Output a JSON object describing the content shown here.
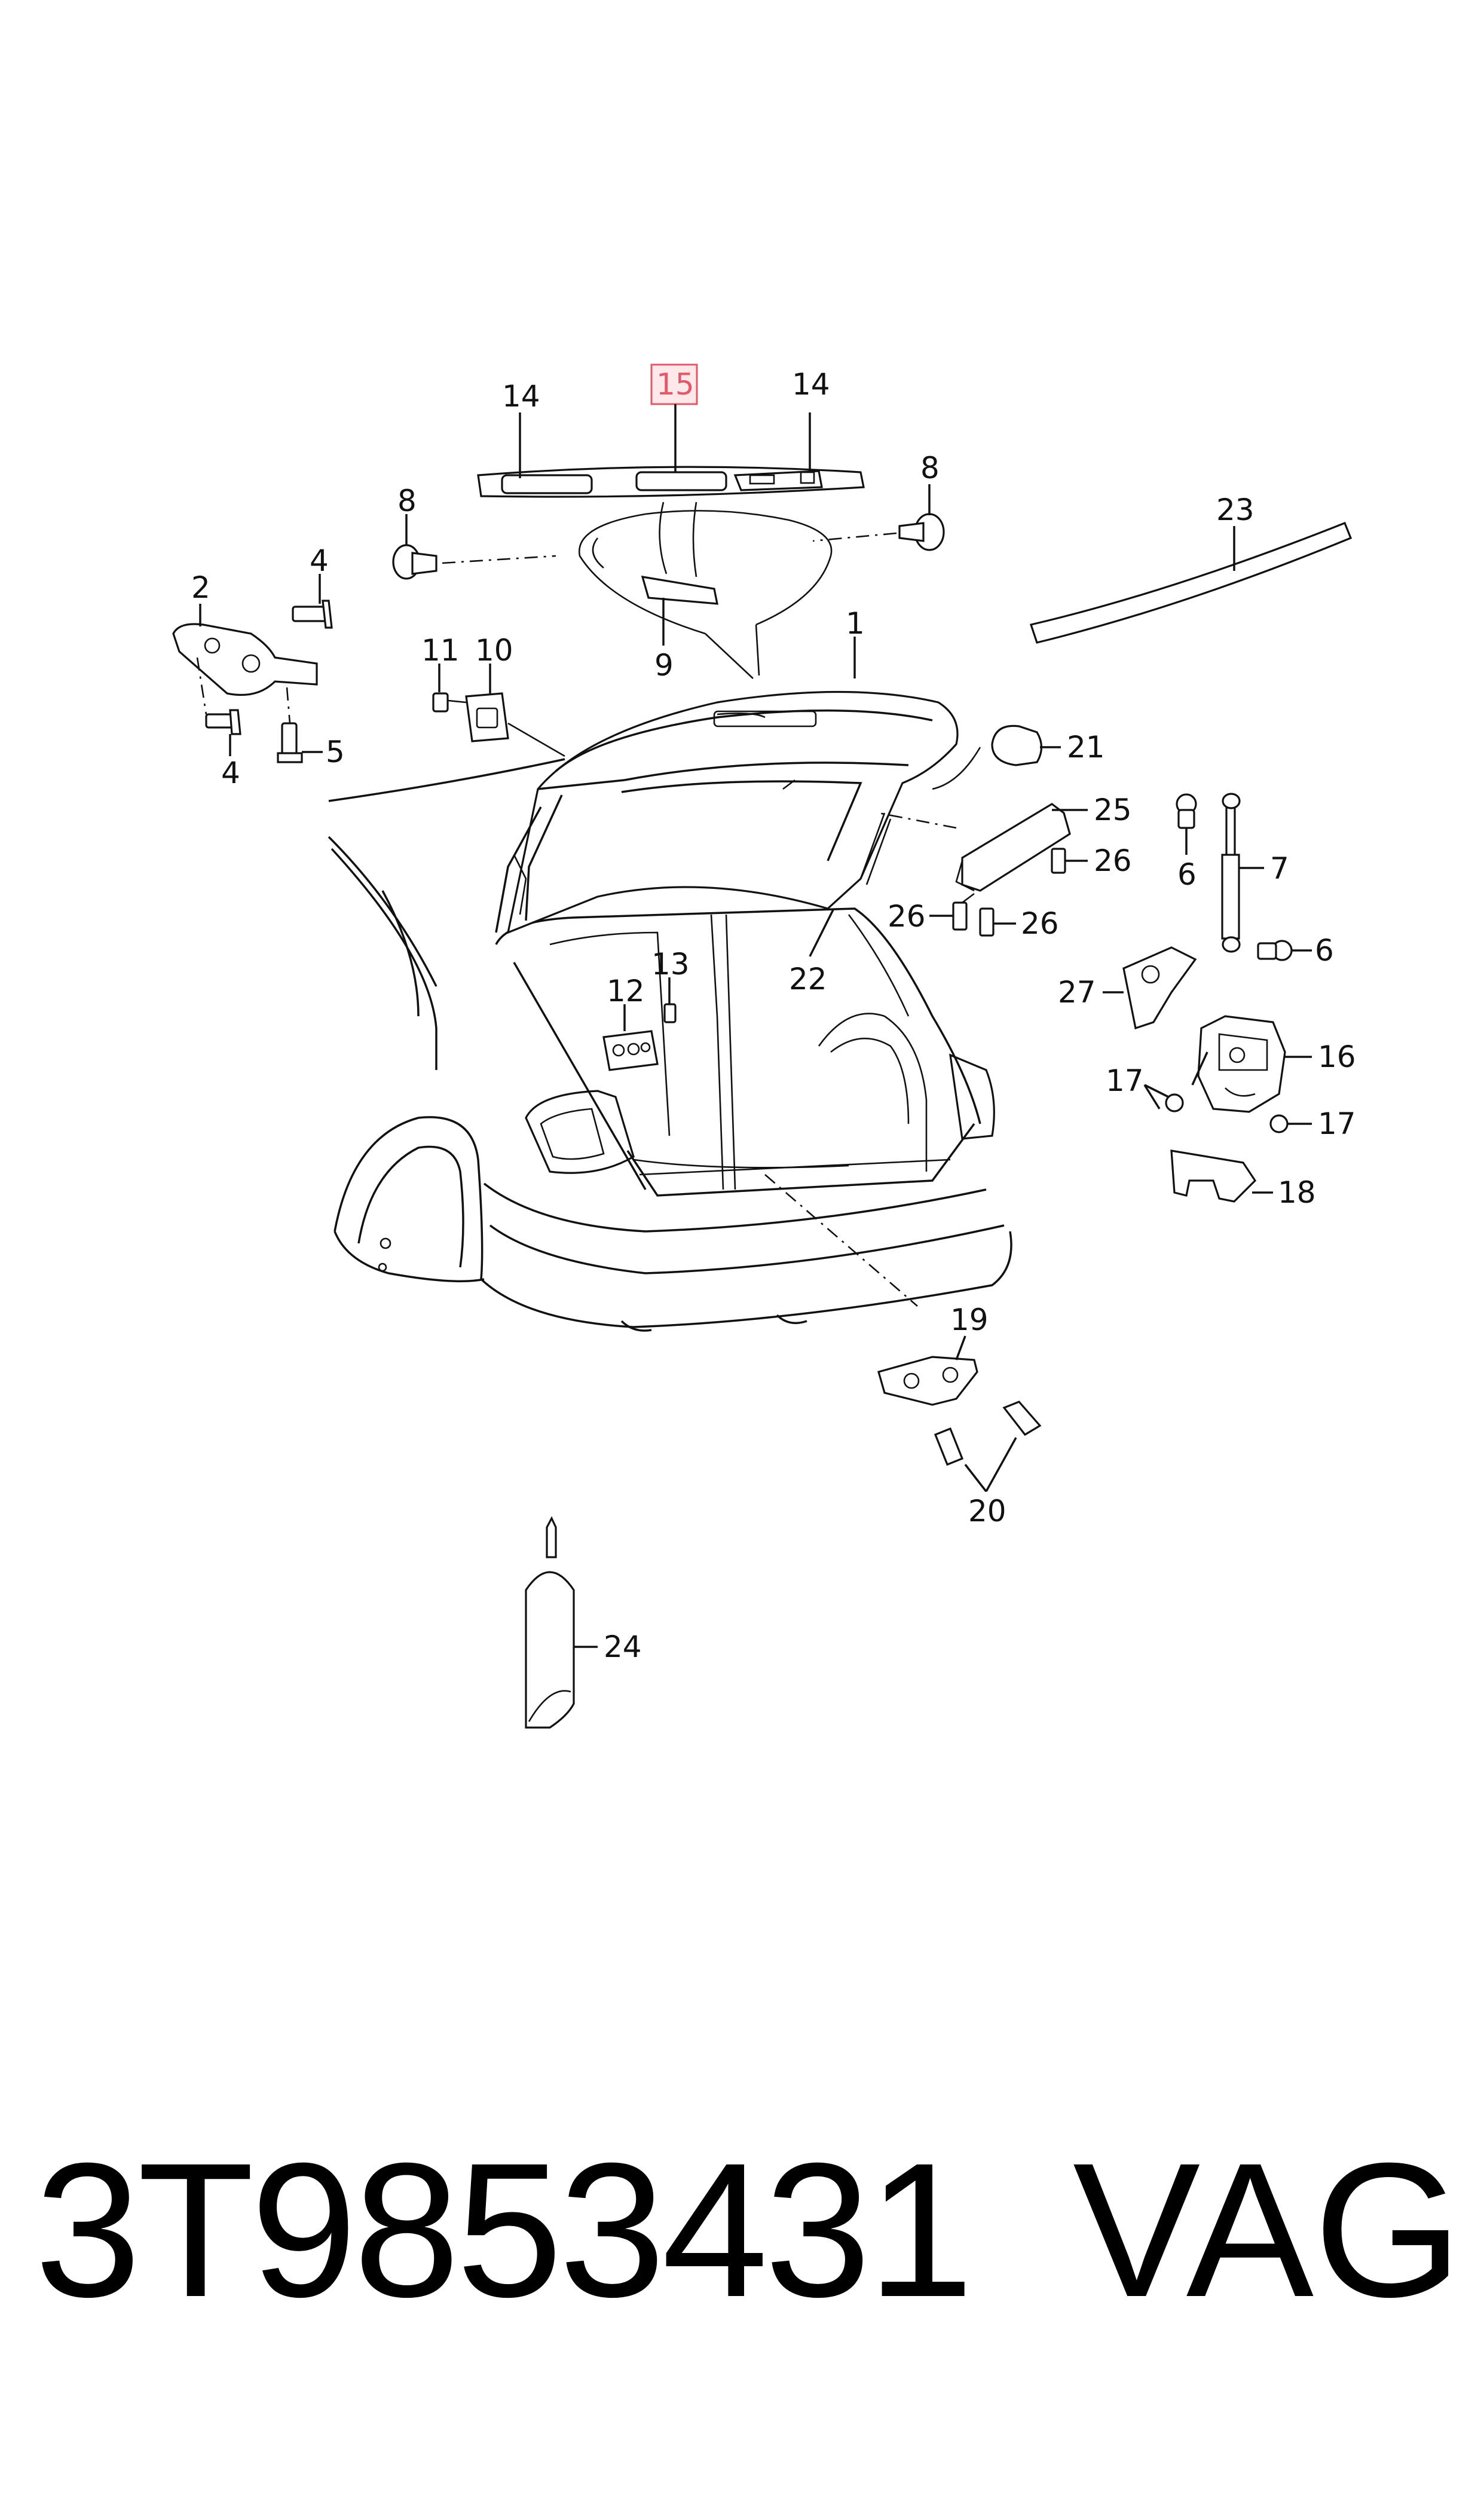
{
  "diagram": {
    "highlight_color": "#e05a6a",
    "callouts": {
      "c1": "1",
      "c2": "2",
      "c4a": "4",
      "c4b": "4",
      "c5": "5",
      "c6a": "6",
      "c6b": "6",
      "c7": "7",
      "c8a": "8",
      "c8b": "8",
      "c9": "9",
      "c10": "10",
      "c11": "11",
      "c12": "12",
      "c13": "13",
      "c14a": "14",
      "c14b": "14",
      "c15": "15",
      "c16": "16",
      "c17a": "17",
      "c17b": "17",
      "c18": "18",
      "c19": "19",
      "c20": "20",
      "c21": "21",
      "c22": "22",
      "c23": "23",
      "c24": "24",
      "c25": "25",
      "c26a": "26",
      "c26b": "26",
      "c26c": "26",
      "c27": "27"
    }
  },
  "footer": {
    "part_number": "3T9853431",
    "brand": "VAG"
  }
}
